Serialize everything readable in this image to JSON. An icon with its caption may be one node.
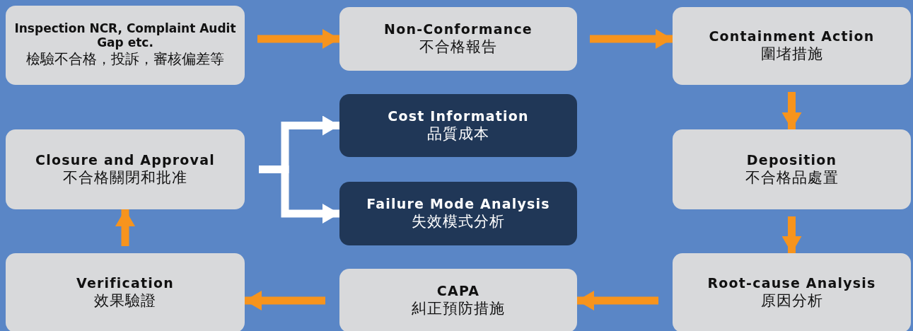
{
  "diagram": {
    "nodes": [
      {
        "text": [
          "Inspection NCR, Complaint Audit Gap etc.",
          "檢驗不合格，投訴，審核偏差等"
        ]
      },
      {
        "text": [
          "Non-Conformance",
          "不合格報告"
        ]
      },
      {
        "text": [
          "Containment Action",
          "圍堵措施"
        ]
      },
      {
        "text": [
          "Cost Information",
          "品質成本"
        ]
      },
      {
        "text": [
          "Closure and Approval",
          "不合格關閉和批准"
        ]
      },
      {
        "text": [
          "Deposition",
          "不合格品處置"
        ]
      },
      {
        "text": [
          "Failure Mode Analysis",
          "失效模式分析"
        ]
      },
      {
        "text": [
          "Verification",
          "效果驗證"
        ]
      },
      {
        "text": [
          "CAPA",
          "糾正預防措施"
        ]
      },
      {
        "text": [
          "Root-cause Analysis",
          "原因分析"
        ]
      }
    ],
    "edges": [
      {
        "from": 0,
        "to": 1,
        "arrow": "to"
      },
      {
        "from": 1,
        "to": 2,
        "arrow": "to"
      },
      {
        "from": 2,
        "to": 5,
        "arrow": "to"
      },
      {
        "from": 5,
        "to": 9,
        "arrow": "to"
      },
      {
        "from": 9,
        "to": 8,
        "arrow": "to"
      },
      {
        "from": 8,
        "to": 7,
        "arrow": "to"
      },
      {
        "from": 7,
        "to": 4,
        "arrow": "to"
      },
      {
        "from": 4,
        "to": 3,
        "arrow": "to",
        "color": "#ffffff"
      },
      {
        "from": 4,
        "to": 6,
        "arrow": "to",
        "color": "#ffffff"
      }
    ]
  }
}
